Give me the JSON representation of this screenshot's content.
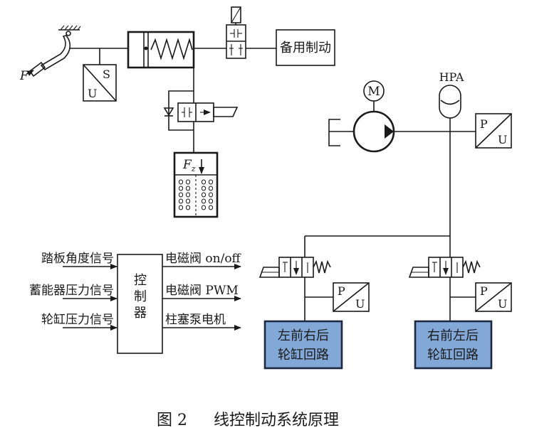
{
  "caption": {
    "figure_number": "图 2",
    "title": "线控制动系统原理"
  },
  "pedal": {
    "force_label": "F"
  },
  "angle_sensor": {
    "top": "S",
    "bottom": "U"
  },
  "backup_brake": {
    "label": "备用制动"
  },
  "reservoir": {
    "force_label": "F",
    "force_sub": "z"
  },
  "motor": {
    "label": "M"
  },
  "accumulator": {
    "label": "HPA"
  },
  "pressure_sensors": [
    {
      "top": "P",
      "bottom": "U"
    },
    {
      "top": "P",
      "bottom": "U"
    },
    {
      "top": "P",
      "bottom": "U"
    }
  ],
  "controller": {
    "label": "控制器",
    "inputs": [
      "踏板角度信号",
      "蓄能器压力信号",
      "轮缸压力信号"
    ],
    "outputs": [
      "电磁阀 on/off",
      "电磁阀 PWM",
      "柱塞泵电机"
    ]
  },
  "wheel_circuits": [
    {
      "line1": "左前右后",
      "line2": "轮缸回路"
    },
    {
      "line1": "右前左后",
      "line2": "轮缸回路"
    }
  ],
  "colors": {
    "sensor_fill": "#e8c88c",
    "box_fill": "#82a8d8",
    "stroke": "#1a1a1a",
    "wheel_border": "#1e2840"
  }
}
